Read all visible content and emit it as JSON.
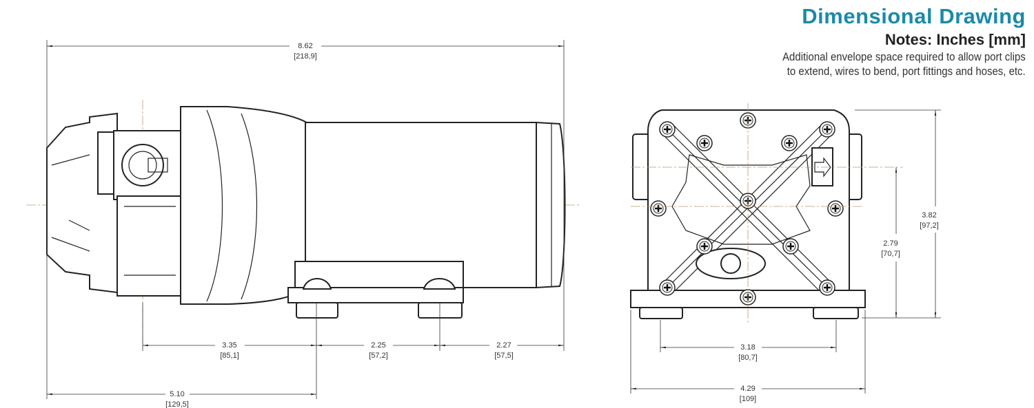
{
  "header": {
    "title": "Dimensional Drawing",
    "units_note": "Notes: Inches [mm]",
    "note_line1": "Additional envelope space required to allow port clips",
    "note_line2": "to extend, wires to bend, port fittings and hoses, etc."
  },
  "side_view": {
    "overall_length": {
      "in": "8.62",
      "mm": "[218,9]"
    },
    "port_to_mount": {
      "in": "3.35",
      "mm": "[85,1]"
    },
    "mount_spacing": {
      "in": "2.25",
      "mm": "[57,2]"
    },
    "mount_to_end": {
      "in": "2.27",
      "mm": "[57,5]"
    },
    "front_to_mount": {
      "in": "5.10",
      "mm": "[129,5]"
    }
  },
  "end_view": {
    "height": {
      "in": "3.82",
      "mm": "[97,2]"
    },
    "port_height": {
      "in": "2.79",
      "mm": "[70,7]"
    },
    "mount_width": {
      "in": "3.18",
      "mm": "[80,7]"
    },
    "overall_width": {
      "in": "4.29",
      "mm": "[109]"
    }
  }
}
